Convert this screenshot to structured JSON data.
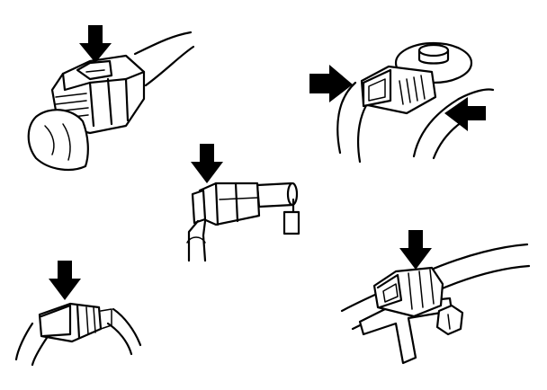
{
  "figure": {
    "illustrations": [
      {
        "id": "connector-top-left",
        "arrow": "arrow-down"
      },
      {
        "id": "connector-top-right",
        "arrow": "arrow-right-and-left"
      },
      {
        "id": "connector-center",
        "arrow": "arrow-down"
      },
      {
        "id": "connector-bottom-left",
        "arrow": "arrow-down"
      },
      {
        "id": "connector-bottom-right",
        "arrow": "arrow-down"
      }
    ],
    "colors": {
      "ink": "#000000",
      "paper": "#ffffff"
    }
  }
}
